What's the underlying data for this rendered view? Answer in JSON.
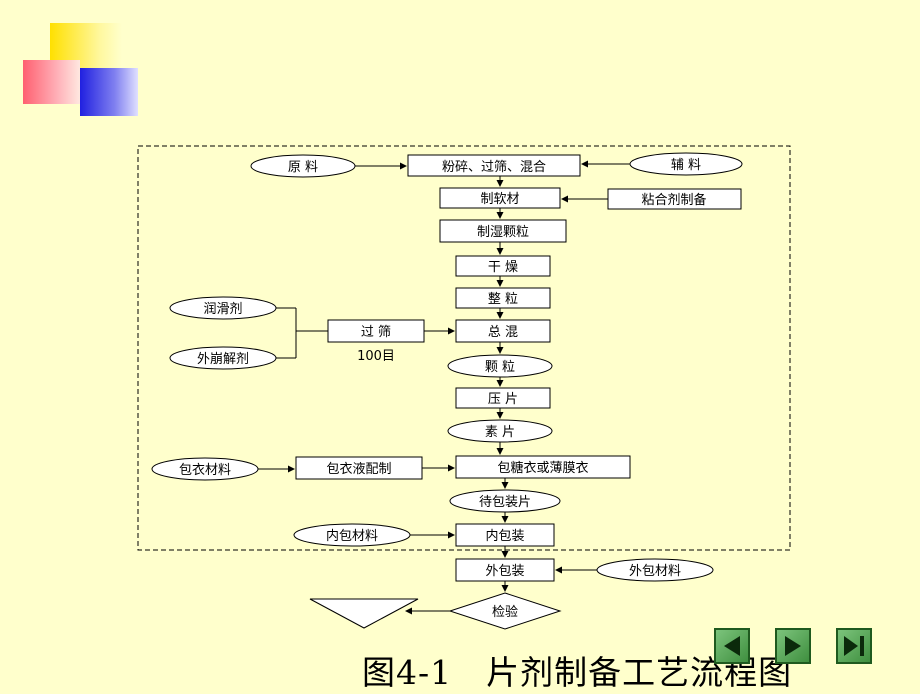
{
  "diagram": {
    "title": "图4-1　片剂制备工艺流程图",
    "nodes": {
      "raw_material": "原  料",
      "crush": "粉碎、过筛、混合",
      "excipient": "辅  料",
      "soft_material": "制软材",
      "binder_prep": "粘合剂制备",
      "wet_granule": "制湿颗粒",
      "dry": "干  燥",
      "size_granule": "整  粒",
      "lubricant": "润滑剂",
      "disintegrant": "外崩解剂",
      "sieve": "过  筛",
      "sieve_mesh": "100目",
      "total_mix": "总  混",
      "granule": "颗  粒",
      "compress": "压  片",
      "plain_tablet": "素  片",
      "coating_material": "包衣材料",
      "coating_solution": "包衣液配制",
      "coating": "包糖衣或薄膜衣",
      "to_pack": "待包装片",
      "inner_material": "内包材料",
      "inner_pack": "内包装",
      "outer_pack": "外包装",
      "outer_material": "外包材料",
      "inspection": "检验"
    }
  },
  "navigation": {
    "prev_icon": "previous-icon",
    "next_icon": "next-icon",
    "end_icon": "end-icon"
  }
}
